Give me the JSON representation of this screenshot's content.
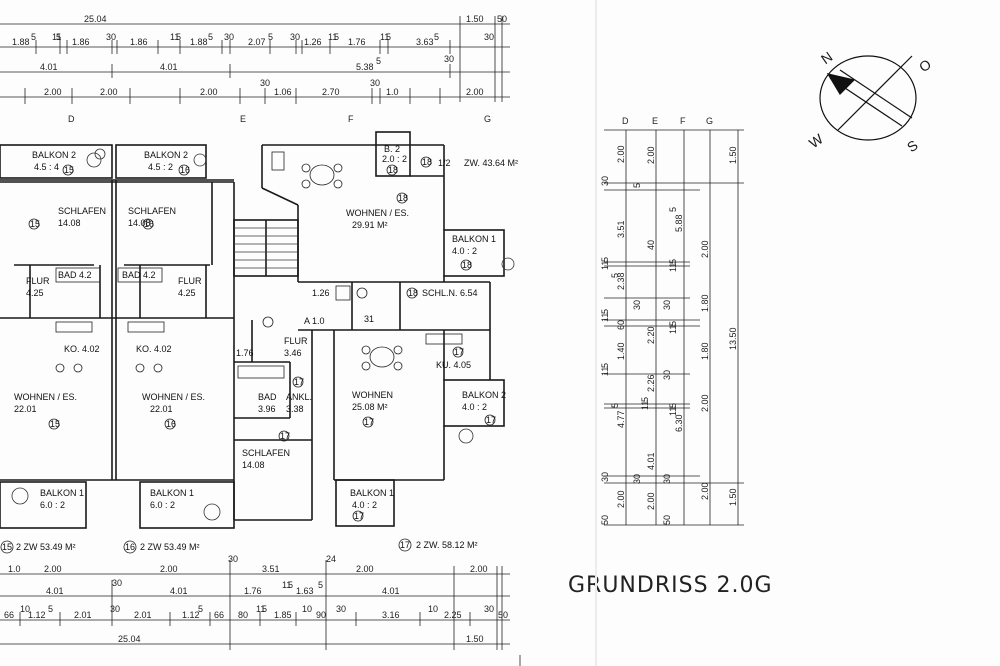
{
  "title": "GRUNDRISS  2.0G",
  "compass": {
    "n": "N",
    "o": "O",
    "w": "W",
    "s": "S"
  },
  "axes_top": {
    "d": "D",
    "e": "E",
    "f": "F",
    "g": "G"
  },
  "axes_right": {
    "d": "D",
    "e": "E",
    "f": "F",
    "g": "G"
  },
  "dims_top": {
    "total": "25.04",
    "r1": "1.50",
    "r2": "50",
    "a": [
      "1.88",
      "5",
      "11",
      "5",
      "1.86",
      "30",
      "1.86",
      "11",
      "5",
      "1.88",
      "5",
      "30",
      "2.07",
      "5",
      "30",
      "1.26",
      "11",
      "5",
      "1.76",
      "11",
      "5",
      "3.63",
      "5",
      "30"
    ],
    "b": [
      "4.01",
      "4.01",
      "5.38",
      "5",
      "30"
    ],
    "c": [
      "2.00",
      "2.00",
      "2.00",
      "30",
      "1.06",
      "2.70",
      "30",
      "1.0",
      "2.00"
    ]
  },
  "dims_bottom": {
    "a": [
      "1.0",
      "2.00",
      "2.00",
      "30",
      "3.51",
      "24",
      "2.00",
      "2.00"
    ],
    "b": [
      "4.01",
      "4.01",
      "30",
      "1.76",
      "11",
      "5",
      "1.63",
      "5",
      "4.01"
    ],
    "c": [
      "66",
      "10",
      "1.12",
      "5",
      "2.01",
      "30",
      "2.01",
      "1.12",
      "5",
      "66",
      "80",
      "11",
      "5",
      "1.85",
      "10",
      "90",
      "30",
      "3.16",
      "10",
      "2.25",
      "30",
      "50"
    ],
    "total": "25.04",
    "r1": "1.50"
  },
  "dims_right": {
    "col1": [
      "2.00",
      "30",
      "3.51",
      "11",
      "5",
      "2.38",
      "5",
      "11",
      "5",
      "60",
      "1.40",
      "11",
      "5",
      "4.77",
      "5",
      "30",
      "2.00",
      "50"
    ],
    "col2": [
      "2.00",
      "5",
      "40",
      "30",
      "2.20",
      "2.26",
      "11",
      "5",
      "4.01",
      "30",
      "2.00"
    ],
    "col3": [
      "5.88",
      "5",
      "11",
      "5",
      "30",
      "11",
      "5",
      "30",
      "6.30",
      "11",
      "5",
      "30",
      "50"
    ],
    "col4": [
      "2.00",
      "1.80",
      "1.80",
      "2.00",
      "2.00"
    ],
    "col5": [
      "1.50",
      "13.50",
      "1.50"
    ]
  },
  "rooms": {
    "balkon2_a": "BALKON 2",
    "balkon2_a_area": "4.5 : 4",
    "balkon2_a_num": "15",
    "balkon2_b": "BALKON 2",
    "balkon2_b_area": "4.5 : 2",
    "balkon2_b_num": "16",
    "schlafen_a": "SCHLAFEN",
    "schlafen_a_area": "14.08",
    "schlafen_a_num": "15",
    "schlafen_b": "SCHLAFEN",
    "schlafen_b_area": "14.08",
    "schlafen_b_num": "16",
    "bad_a": "BAD 4.2",
    "bad_b": "BAD 4.2",
    "flur_a": "FLUR",
    "flur_a_area": "4.25",
    "flur_b": "FLUR",
    "flur_b_area": "4.25",
    "ko_a": "KO. 4.02",
    "ko_b": "KO. 4.02",
    "wohnen_a": "WOHNEN / ES.",
    "wohnen_a_area": "22.01",
    "wohnen_a_num": "15",
    "wohnen_b": "WOHNEN / ES.",
    "wohnen_b_area": "22.01",
    "wohnen_b_num": "16",
    "balkon1_a": "BALKON 1",
    "balkon1_a_area": "6.0 : 2",
    "balkon1_b": "BALKON 1",
    "balkon1_b_area": "6.0 : 2",
    "b2": "B. 2",
    "b2_area": "2.0 : 2",
    "b2_num": "18",
    "zw18": "ZW. 43.64 M²",
    "zw18_num": "18",
    "zw18_frac": "1/2",
    "wohnen_es18": "WOHNEN / ES.",
    "wohnen_es18_area": "29.91 M²",
    "wohnen_es18_num": "18",
    "balkon1_c": "BALKON 1",
    "balkon1_c_area": "4.0 : 2",
    "balkon1_c_num": "18",
    "schl": "SCHL.N. 6.54",
    "schl_num": "18",
    "r126": "1.26",
    "a10": "A 1.0",
    "r31": "31",
    "flur17": "FLUR",
    "flur17_area": "3.46",
    "flur17_num": "17",
    "a176": "1.76",
    "bad17": "BAD",
    "bad17_area": "3.96",
    "ankl": "ANKL.",
    "ankl_area": "3.38",
    "ankl_num": "17",
    "schlafen17": "SCHLAFEN",
    "schlafen17_area": "14.08",
    "schlafen17_num": "17",
    "wohnen17": "WOHNEN",
    "wohnen17_area": "25.08 M²",
    "wohnen17_num": "17",
    "ku17": "KU. 4.05",
    "ku17_num": "17",
    "balkon2_c": "BALKON 2",
    "balkon2_c_area": "4.0 : 2",
    "balkon2_c_num": "17",
    "balkon1_d": "BALKON 1",
    "balkon1_d_area": "4.0 : 2",
    "balkon1_d_num": "17"
  },
  "summary": {
    "u15": "15",
    "u15_text": "2 ZW  53.49 M²",
    "u16": "16",
    "u16_text": "2 ZW  53.49 M²",
    "u17": "17",
    "u17_text": "2 ZW.  58.12 M²"
  }
}
